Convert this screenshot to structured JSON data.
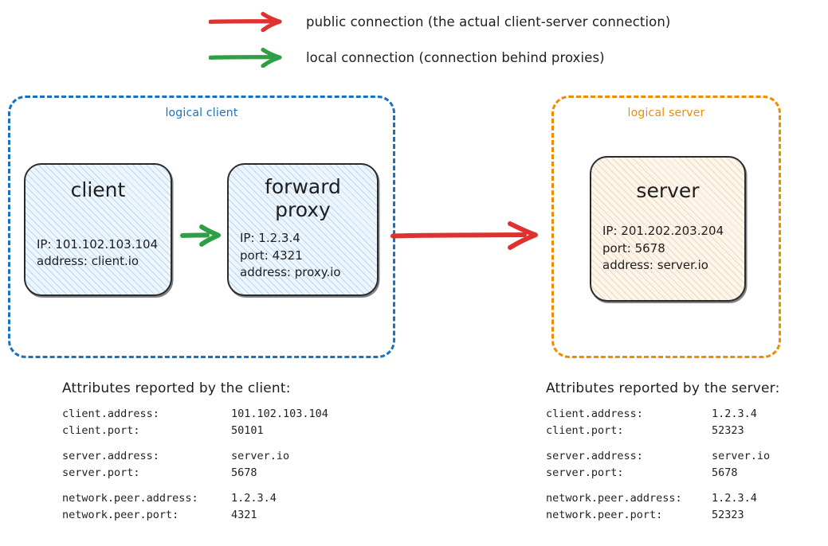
{
  "colors": {
    "public_arrow": "#e03131",
    "local_arrow": "#2f9e44",
    "logical_client_border": "#1971c2",
    "logical_server_border": "#f08c00",
    "node_stroke": "#2b2b2b",
    "client_fill": "#eef6fd",
    "server_fill": "#fdf6ec"
  },
  "legend": [
    {
      "icon": "red-arrow-icon",
      "color": "#e03131",
      "label": "public connection (the actual client-server connection)"
    },
    {
      "icon": "green-arrow-icon",
      "color": "#2f9e44",
      "label": "local connection (connection behind proxies)"
    }
  ],
  "logical_client": {
    "title": "logical client",
    "nodes": [
      {
        "id": "client",
        "title": "client",
        "lines": [
          "IP: 101.102.103.104",
          "address: client.io"
        ]
      },
      {
        "id": "forward-proxy",
        "title": "forward\nproxy",
        "lines": [
          "IP: 1.2.3.4",
          "port: 4321",
          "address: proxy.io"
        ]
      }
    ]
  },
  "logical_server": {
    "title": "logical server",
    "nodes": [
      {
        "id": "server",
        "title": "server",
        "lines": [
          "IP: 201.202.203.204",
          "port: 5678",
          "address: server.io"
        ]
      }
    ]
  },
  "connections": [
    {
      "id": "local-connection-arrow",
      "from": "client",
      "to": "forward-proxy",
      "kind": "local",
      "color": "#2f9e44"
    },
    {
      "id": "public-connection-arrow",
      "from": "logical-client",
      "to": "logical-server",
      "kind": "public",
      "color": "#e03131"
    }
  ],
  "attributes_client": {
    "heading": "Attributes reported by the client:",
    "groups": [
      [
        {
          "key": "client.address:",
          "value": "101.102.103.104"
        },
        {
          "key": "client.port:",
          "value": "50101"
        }
      ],
      [
        {
          "key": "server.address:",
          "value": "server.io"
        },
        {
          "key": "server.port:",
          "value": "5678"
        }
      ],
      [
        {
          "key": "network.peer.address:",
          "value": "1.2.3.4"
        },
        {
          "key": "network.peer.port:",
          "value": "4321"
        }
      ]
    ]
  },
  "attributes_server": {
    "heading": "Attributes reported by the server:",
    "groups": [
      [
        {
          "key": "client.address:",
          "value": "1.2.3.4"
        },
        {
          "key": "client.port:",
          "value": "52323"
        }
      ],
      [
        {
          "key": "server.address:",
          "value": "server.io"
        },
        {
          "key": "server.port:",
          "value": "5678"
        }
      ],
      [
        {
          "key": "network.peer.address:",
          "value": "1.2.3.4"
        },
        {
          "key": "network.peer.port:",
          "value": "52323"
        }
      ]
    ]
  }
}
